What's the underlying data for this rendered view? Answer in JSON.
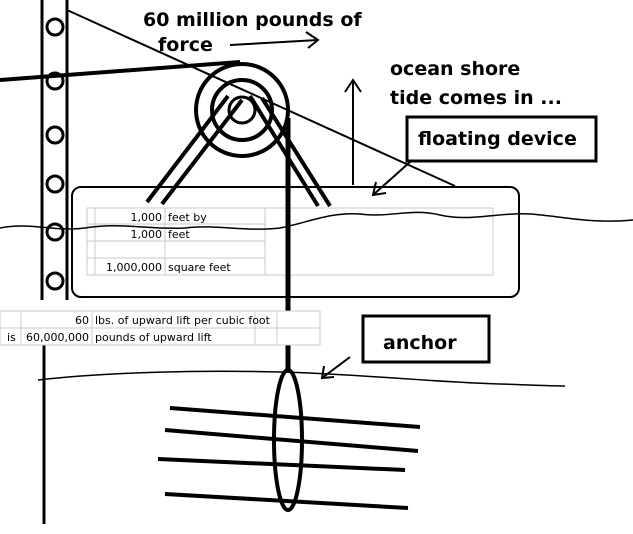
{
  "labels": {
    "force_line1": "60 million pounds of",
    "force_line2": "force",
    "shore_line1": "ocean shore",
    "shore_line2": "tide comes in ...",
    "floating_device": "floating device",
    "anchor": "anchor"
  },
  "sheet_top": {
    "rows": [
      {
        "value": "1,000",
        "unit": "feet by"
      },
      {
        "value": "1,000",
        "unit": "feet"
      },
      {
        "value": "",
        "unit": ""
      },
      {
        "value": "1,000,000",
        "unit": "square feet"
      }
    ]
  },
  "sheet_bottom": {
    "rows": [
      {
        "prefix": "",
        "value": "60",
        "unit": "lbs. of upward lift per cubic foot"
      },
      {
        "prefix": "is",
        "value": "60,000,000",
        "unit": "pounds of upward lift"
      }
    ]
  },
  "colors": {
    "ink": "#000000",
    "grid": "#c8c8c8",
    "background": "#ffffff"
  }
}
